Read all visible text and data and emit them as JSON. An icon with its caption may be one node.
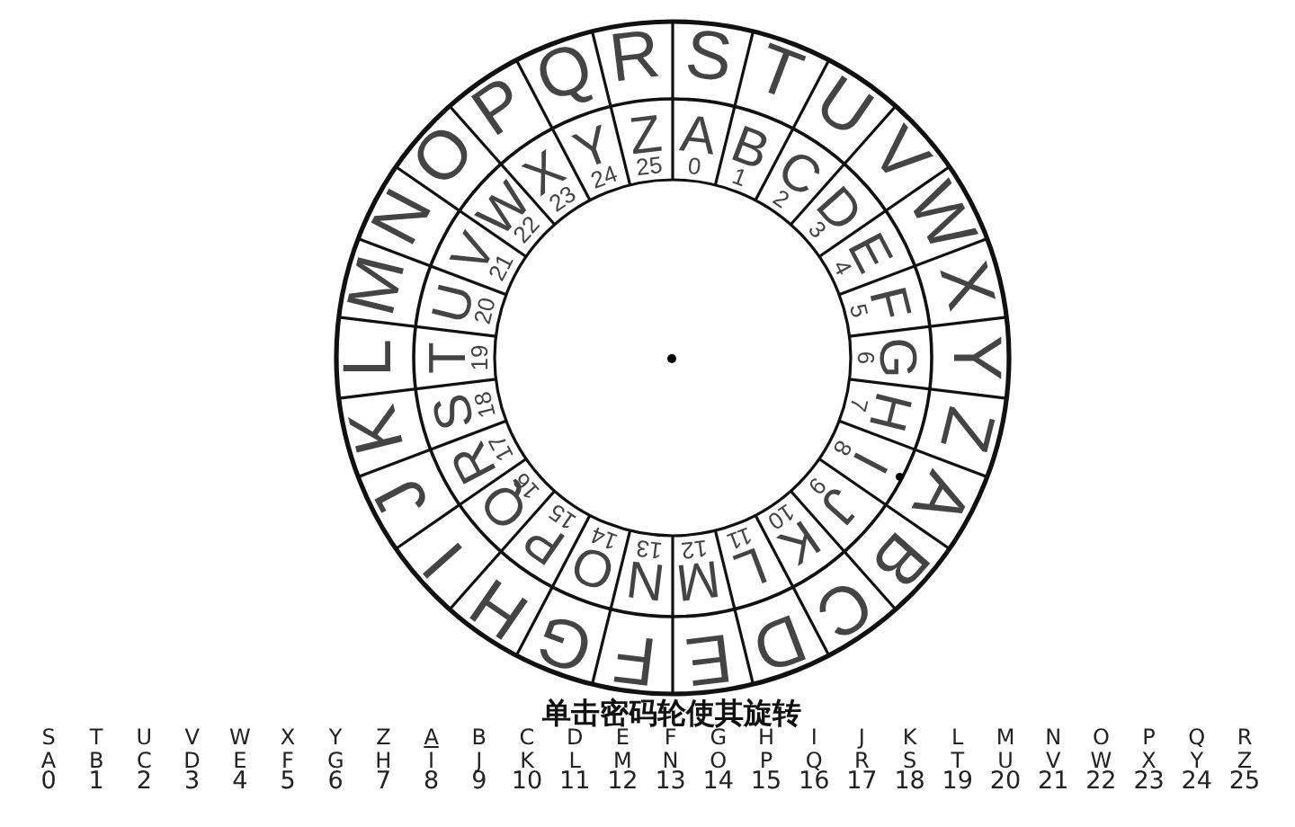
{
  "diagram": {
    "labels": [
      "L",
      "M",
      "N",
      "O",
      "P",
      "Q",
      "R",
      "S",
      "T",
      "U",
      "V",
      "W",
      "X",
      "Y",
      "K",
      "J",
      "I",
      "H",
      "G",
      "F",
      "E",
      "D",
      "C",
      "B",
      "A",
      "Z",
      "T",
      "19",
      "U",
      "20",
      "V",
      "21",
      "W",
      "22",
      "X",
      "23",
      "Y",
      "24",
      "Z",
      "25",
      "A",
      "0",
      "B",
      "1",
      "C",
      "2",
      "D",
      "3",
      "E",
      "4",
      "F",
      "5",
      "G",
      "6",
      "S",
      "18",
      "R",
      "17",
      "Q",
      "16",
      "P",
      "15",
      "O",
      "14",
      "N",
      "13",
      "M",
      "12",
      "L",
      "11",
      "K",
      "10",
      "J",
      "9",
      "I",
      "8",
      "H",
      "7",
      "单击密码轮使其旋转",
      "S",
      "T",
      "U",
      "V",
      "W",
      "X",
      "Y",
      "Z",
      "A",
      "B",
      "C",
      "D",
      "E",
      "F",
      "G",
      "H",
      "I",
      "J",
      "K",
      "L",
      "M",
      "N",
      "O",
      "P",
      "Q",
      "R",
      "A",
      "B",
      "C",
      "D",
      "E",
      "F",
      "G",
      "H",
      "I",
      "J",
      "K",
      "L",
      "M",
      "N",
      "O",
      "P",
      "Q",
      "R",
      "S",
      "T",
      "U",
      "V",
      "W",
      "X",
      "Y",
      "Z",
      "0",
      "1",
      "2",
      "3",
      "4",
      "5",
      "6",
      "7",
      "8",
      "9",
      "10",
      "11",
      "12",
      "13",
      "14",
      "15",
      "16",
      "17",
      "18",
      "19",
      "20",
      "21",
      "22",
      "23",
      "24",
      "25"
    ]
  }
}
